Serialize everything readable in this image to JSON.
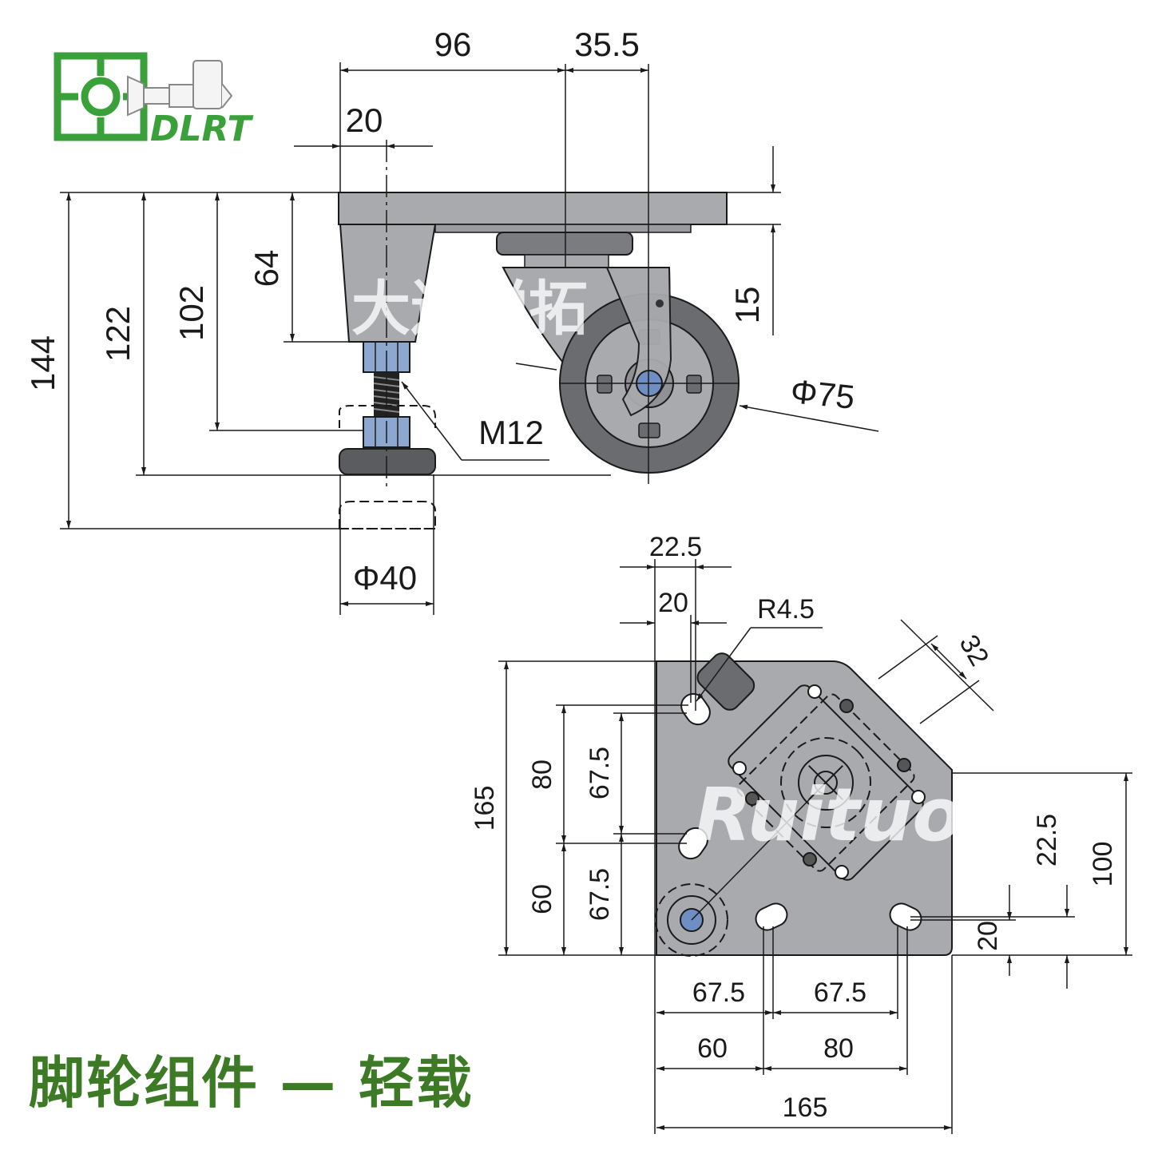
{
  "logo": {
    "brand_text": "DLRT"
  },
  "title": "脚轮组件 — 轻载",
  "watermark": {
    "cn": "大连锐拓",
    "en": "Ruituo"
  },
  "side_view": {
    "dims": {
      "d96": "96",
      "d35_5": "35.5",
      "d20": "20",
      "d144": "144",
      "d122": "122",
      "d102": "102",
      "d64": "64",
      "d15": "15",
      "phi75": "Φ75",
      "m12": "M12",
      "phi40": "Φ40"
    }
  },
  "top_view": {
    "dims": {
      "d22_5_top": "22.5",
      "d20_top": "20",
      "r4_5": "R4.5",
      "d32": "32",
      "d165_left": "165",
      "d80_left": "80",
      "d67_5_left_a": "67.5",
      "d60_left": "60",
      "d67_5_left_b": "67.5",
      "d22_5_right": "22.5",
      "d100_right": "100",
      "d20_right": "20",
      "d67_5_bot_a": "67.5",
      "d67_5_bot_b": "67.5",
      "d60_bot": "60",
      "d80_bot": "80",
      "d165_bot": "165"
    }
  },
  "colors": {
    "part_gray": "#a8aaad",
    "part_dark": "#7a7c80",
    "line": "#1a1a1a",
    "bolt_blue": "#6f8fc4",
    "title_green": "#3d7a25",
    "logo_green": "#3aa13a"
  }
}
